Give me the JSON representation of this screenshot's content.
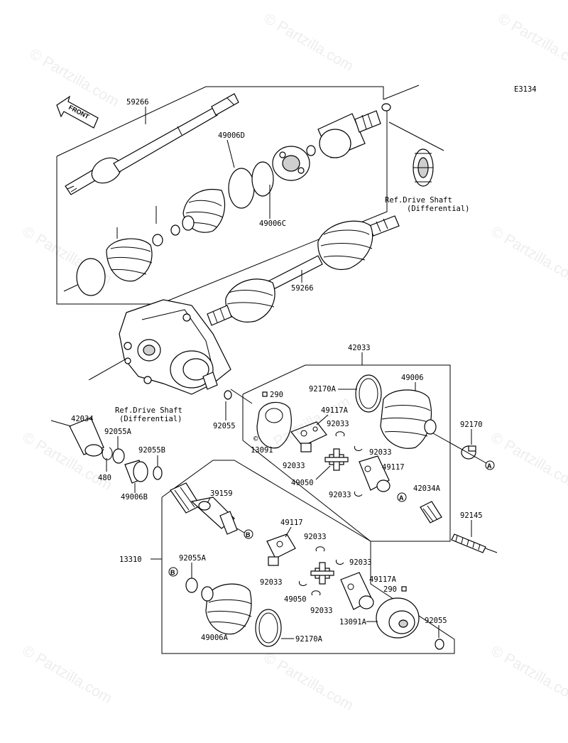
{
  "diagram_code": "E3134",
  "watermark": "© Partzilla.com",
  "front_label": "FRONT",
  "ref_texts": {
    "top_line1": "Ref.Drive Shaft",
    "top_line2": "(Differential)",
    "left_line1": "Ref.Drive Shaft",
    "left_line2": "(Differential)"
  },
  "callouts": {
    "A": "A",
    "B": "B"
  },
  "labels": {
    "p59266_top": "59266",
    "p49006D": "49006D",
    "p49006C": "49006C",
    "p59266_mid": "59266",
    "p42033": "42033",
    "p290_a": "290",
    "p92170A_a": "92170A",
    "p49006": "49006",
    "p49117A_a": "49117A",
    "p92033_a": "92033",
    "p92170": "92170",
    "p92055": "92055",
    "p13091": "13091",
    "p92033_b": "92033",
    "p92033_c": "92033",
    "p49117_a": "49117",
    "p49050_a": "49050",
    "p92033_d": "92033",
    "p42034A": "42034A",
    "p42034": "42034",
    "p92055A_a": "92055A",
    "p92055B": "92055B",
    "p480": "480",
    "p49006B": "49006B",
    "p39159": "39159",
    "p92145": "92145",
    "p49117_b": "49117",
    "p92033_e": "92033",
    "p13310": "13310",
    "p92055A_b": "92055A",
    "p92033_f": "92033",
    "p92033_g": "92033",
    "p49117A_b": "49117A",
    "p290_b": "290",
    "p49050_b": "49050",
    "p92033_h": "92033",
    "p13091A": "13091A",
    "p92055_b": "92055",
    "p49006A": "49006A",
    "p92170A_b": "92170A"
  }
}
